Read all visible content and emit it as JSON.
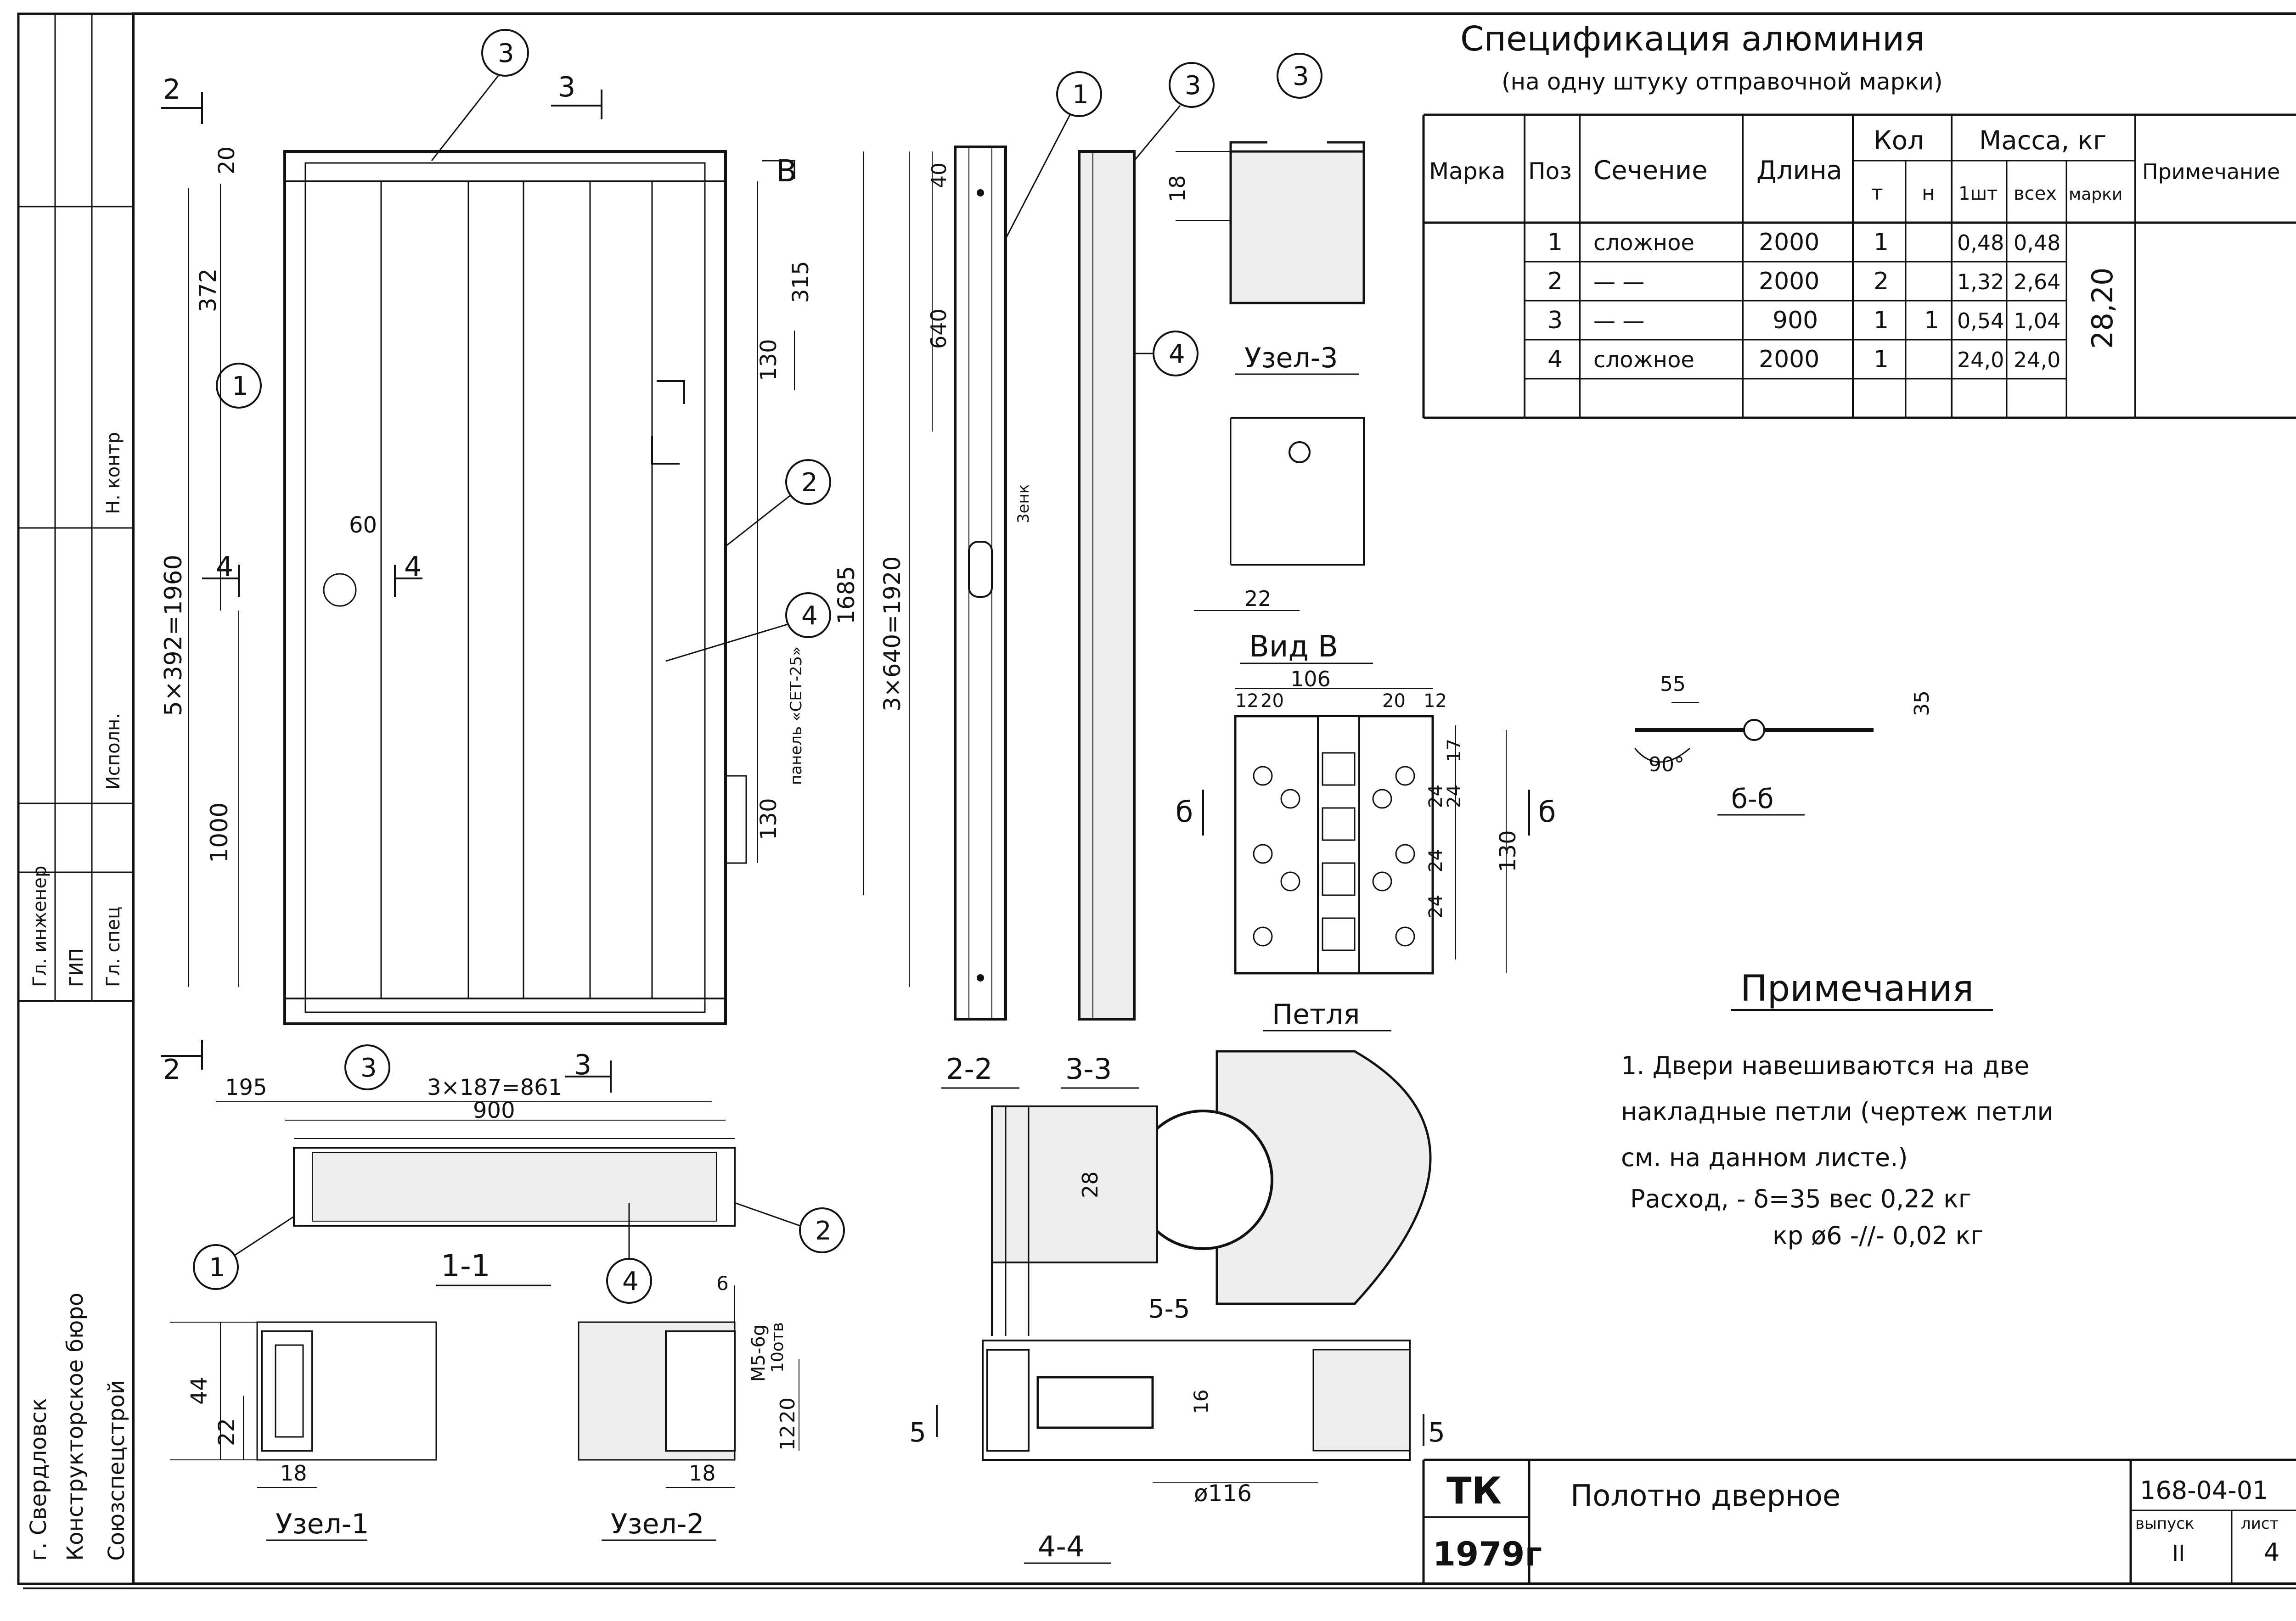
{
  "spec": {
    "title": "Спецификация алюминия",
    "subtitle": "(на одну штуку отправочной марки)",
    "headers": {
      "mark": "Марка",
      "pos": "Поз",
      "section": "Сечение",
      "length": "Длина",
      "qty": "Кол",
      "qty_t": "т",
      "qty_n": "н",
      "mass": "Масса, кг",
      "mass_unit": "1шт",
      "mass_all": "всех",
      "mass_mark": "марки",
      "note": "Примечание"
    },
    "rows": [
      {
        "pos": "1",
        "section": "сложное",
        "length": "2000",
        "t": "1",
        "n": "",
        "unit": "0,48",
        "all": "0,48"
      },
      {
        "pos": "2",
        "section": "— —",
        "length": "2000",
        "t": "2",
        "n": "",
        "unit": "1,32",
        "all": "2,64"
      },
      {
        "pos": "3",
        "section": "— —",
        "length": "900",
        "t": "1",
        "n": "1",
        "unit": "0,54",
        "all": "1,04"
      },
      {
        "pos": "4",
        "section": "сложное",
        "length": "2000",
        "t": "1",
        "n": "",
        "unit": "24,0",
        "all": "24,0"
      }
    ],
    "mark_mass": "28,20"
  },
  "notes": {
    "title": "Примечания",
    "line1": "1. Двери навешиваются на две",
    "line2": "накладные петли (чертеж петли",
    "line3": "см. на данном листе.)",
    "line4": "Расход, - δ=35   вес  0,22 кг",
    "line5": "кр ø6   -//-   0,02 кг"
  },
  "title_block": {
    "code": "ТК",
    "year": "1979г",
    "name": "Полотно дверное",
    "sheet_code": "168-04-01",
    "issue_label": "выпуск",
    "issue": "II",
    "sheet_label": "лист",
    "sheet": "4"
  },
  "side_stamp": {
    "org1": "Союзспецстрой",
    "org2": "г. Свердловск",
    "org3": "Конструкторское бюро",
    "roles": [
      "Гл. инженер",
      "ГИП",
      "Исполн.",
      "Н. контр",
      "Гл. спец"
    ]
  },
  "labels": {
    "cut2": "2",
    "cut3": "3",
    "cut4": "4",
    "cut5": "5",
    "cut6": "б",
    "dimB": "В",
    "d20": "20",
    "d372": "372",
    "d315": "315",
    "d130a": "130",
    "d1685": "1685",
    "d5x392": "5×392=1960",
    "d1000": "1000",
    "d130b": "130",
    "d60": "60",
    "d195": "195",
    "d3x187": "3×187=861",
    "d900": "900",
    "d40": "40",
    "d640": "640",
    "d3x640": "3×640=1920",
    "d18": "18",
    "d22": "22",
    "d106": "106",
    "d12a": "12",
    "d20a": "20",
    "d20b": "20",
    "d12b": "12",
    "d17": "17",
    "d24a": "24",
    "d24b": "24",
    "d24c": "24",
    "d24d": "24",
    "d130c": "130",
    "d55": "55",
    "d35": "35",
    "d90": "90°",
    "d28": "28",
    "d44": "44",
    "d22b": "22",
    "d18b": "18",
    "d18c": "18",
    "d20c": "20",
    "d12c": "12",
    "d6": "6",
    "d16": "16",
    "d116": "ø116",
    "m5": "М5-6g",
    "m5b": "10отв",
    "panel": "панель «СЕТ-25»",
    "zenk": "3енк",
    "uzel3": "Узел-3",
    "uzel1": "Узел-1",
    "uzel2": "Узел-2",
    "vidB": "Вид В",
    "petlya": "Петля",
    "s22": "2-2",
    "s33": "3-3",
    "s11": "1-1",
    "s44": "4-4",
    "s55": "5-5",
    "s66": "б-б"
  },
  "callouts": [
    "1",
    "2",
    "3",
    "4"
  ]
}
